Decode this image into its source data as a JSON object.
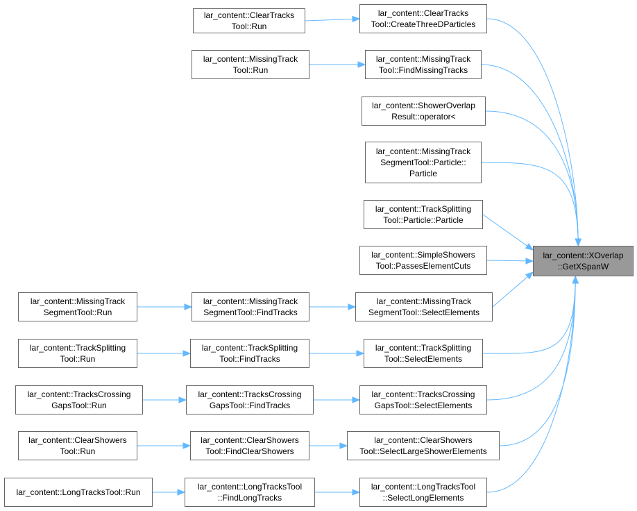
{
  "colors": {
    "edge": "#63b8ff",
    "node_border": "#666666",
    "target_fill": "#999999"
  },
  "nodes": {
    "getxspanw": "lar_content::XOverlap\n::GetXSpanW",
    "ct_create": "lar_content::ClearTracks\nTool::CreateThreeDParticles",
    "ct_run": "lar_content::ClearTracks\nTool::Run",
    "mt_find_missing": "lar_content::MissingTrack\nTool::FindMissingTracks",
    "mt_run": "lar_content::MissingTrack\nTool::Run",
    "shower_overlap": "lar_content::ShowerOverlap\nResult::operator<",
    "mts_particle": "lar_content::MissingTrack\nSegmentTool::Particle::\nParticle",
    "ts_particle": "lar_content::TrackSplitting\nTool::Particle::Particle",
    "ss_passes": "lar_content::SimpleShowers\nTool::PassesElementCuts",
    "mts_run": "lar_content::MissingTrack\nSegmentTool::Run",
    "mts_find": "lar_content::MissingTrack\nSegmentTool::FindTracks",
    "mts_select": "lar_content::MissingTrack\nSegmentTool::SelectElements",
    "ts_run": "lar_content::TrackSplitting\nTool::Run",
    "ts_find": "lar_content::TrackSplitting\nTool::FindTracks",
    "ts_select": "lar_content::TrackSplitting\nTool::SelectElements",
    "tc_run": "lar_content::TracksCrossing\nGapsTool::Run",
    "tc_find": "lar_content::TracksCrossing\nGapsTool::FindTracks",
    "tc_select": "lar_content::TracksCrossing\nGapsTool::SelectElements",
    "cs_run": "lar_content::ClearShowers\nTool::Run",
    "cs_find": "lar_content::ClearShowers\nTool::FindClearShowers",
    "cs_select": "lar_content::ClearShowers\nTool::SelectLargeShowerElements",
    "lt_run": "lar_content::LongTracksTool::Run",
    "lt_find": "lar_content::LongTracksTool\n::FindLongTracks",
    "lt_select": "lar_content::LongTracksTool\n::SelectLongElements"
  },
  "edges": [
    [
      "ct_run",
      "ct_create"
    ],
    [
      "mt_run",
      "mt_find_missing"
    ],
    [
      "mts_run",
      "mts_find"
    ],
    [
      "mts_find",
      "mts_select"
    ],
    [
      "ts_run",
      "ts_find"
    ],
    [
      "ts_find",
      "ts_select"
    ],
    [
      "tc_run",
      "tc_find"
    ],
    [
      "tc_find",
      "tc_select"
    ],
    [
      "cs_run",
      "cs_find"
    ],
    [
      "cs_find",
      "cs_select"
    ],
    [
      "lt_run",
      "lt_find"
    ],
    [
      "lt_find",
      "lt_select"
    ],
    [
      "ct_create",
      "getxspanw"
    ],
    [
      "mt_find_missing",
      "getxspanw"
    ],
    [
      "shower_overlap",
      "getxspanw"
    ],
    [
      "mts_particle",
      "getxspanw"
    ],
    [
      "ts_particle",
      "getxspanw"
    ],
    [
      "ss_passes",
      "getxspanw"
    ],
    [
      "mts_select",
      "getxspanw"
    ],
    [
      "ts_select",
      "getxspanw"
    ],
    [
      "tc_select",
      "getxspanw"
    ],
    [
      "cs_select",
      "getxspanw"
    ],
    [
      "lt_select",
      "getxspanw"
    ]
  ]
}
